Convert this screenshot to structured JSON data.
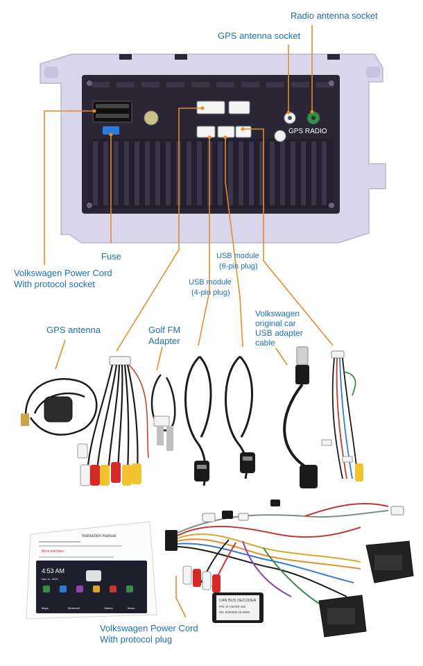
{
  "labels": {
    "radio_antenna_socket": "Radio antenna socket",
    "gps_antenna_socket": "GPS antenna socket",
    "fuse": "Fuse",
    "vw_power_cord_socket": [
      "Volkswagen Power Cord",
      "With protocol socket"
    ],
    "usb_module_6pin": [
      "USB module",
      "(6-pin plug)"
    ],
    "usb_module_4pin": [
      "USB module",
      "(4-pin plug)"
    ],
    "gps_antenna": "GPS antenna",
    "golf_fm_adapter": [
      "Golf FM",
      "Adapter"
    ],
    "vw_usb_adapter_cable": [
      "Volkswagen",
      "original car",
      "USB adapter",
      "cable"
    ],
    "vw_power_cord_plug": [
      "Volkswagen Power Cord",
      "With protocol plug"
    ]
  },
  "unit_print": {
    "gps_radio": "GPS  RADIO"
  },
  "manual": {
    "title": "Instruction manual",
    "more_interface": "More interface",
    "time": "4:53 AM",
    "date": "Nov 11, 2019",
    "dock": [
      "Maps",
      "Bluetooth",
      "Gallery",
      "Music"
    ]
  },
  "decoder": {
    "line1": "CAN BUS DECODER",
    "line2": "P/N: D-VW-RZ-154",
    "line3": "SN: 0000000 15-0000"
  },
  "colors": {
    "label": "#1f6fb2",
    "leader": "#e8892a",
    "panel": "#d9d6ec",
    "unit_body": "#2a2636",
    "cable": "#1a1a1a"
  }
}
